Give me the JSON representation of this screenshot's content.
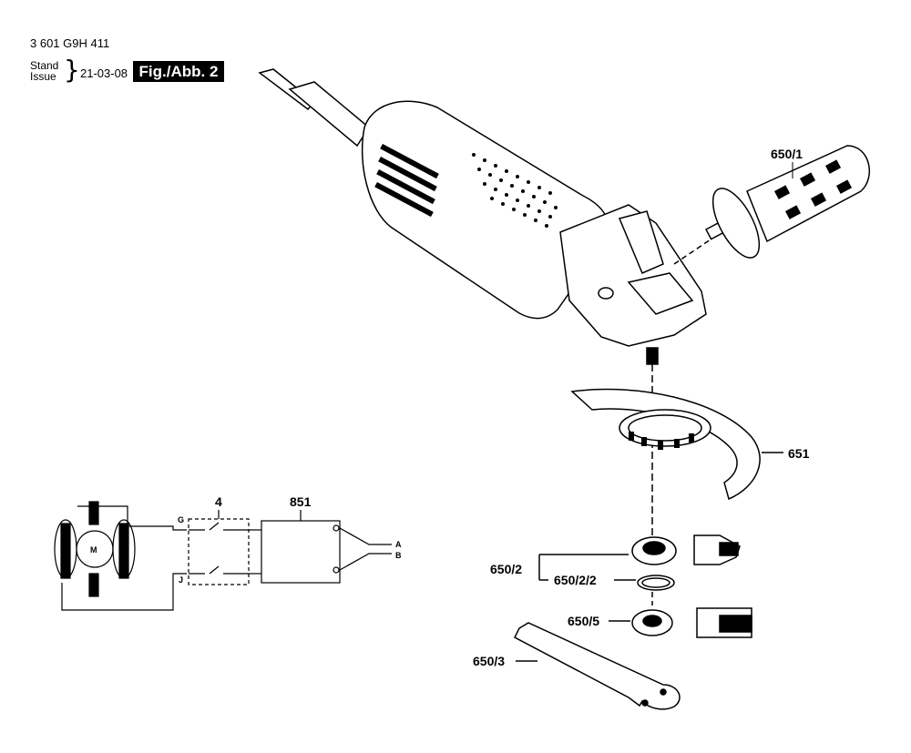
{
  "header": {
    "code": "3 601 G9H 411",
    "stand_line1": "Stand",
    "stand_line2": "Issue",
    "brace": "}",
    "date": "21-03-08",
    "figure": "Fig./Abb. 2"
  },
  "parts": {
    "p650_1": "650/1",
    "p651": "651",
    "p650_2": "650/2",
    "p650_2_2": "650/2/2",
    "p650_5": "650/5",
    "p650_3": "650/3",
    "p4": "4",
    "p851": "851"
  },
  "circuit": {
    "motor": "M",
    "g": "G",
    "j": "J",
    "a": "A",
    "b": "B"
  }
}
